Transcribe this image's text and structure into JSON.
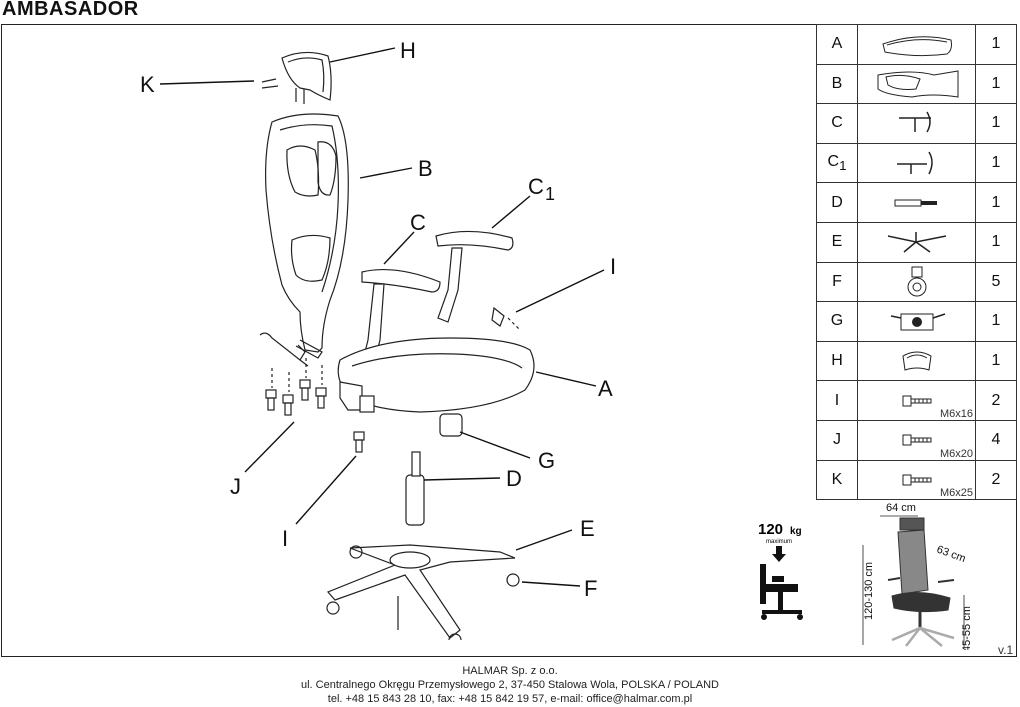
{
  "title": "AMBASADOR",
  "callouts": {
    "K": "K",
    "H": "H",
    "B": "B",
    "C1": "C",
    "C1_sub": "1",
    "C": "C",
    "I_top": "I",
    "A": "A",
    "G": "G",
    "D": "D",
    "J": "J",
    "I_bottom": "I",
    "E": "E",
    "F": "F"
  },
  "parts": [
    {
      "letter": "A",
      "sub": "",
      "qty": "1",
      "icon": "seat-cushion-icon",
      "spec": ""
    },
    {
      "letter": "B",
      "sub": "",
      "qty": "1",
      "icon": "backrest-icon",
      "spec": ""
    },
    {
      "letter": "C",
      "sub": "",
      "qty": "1",
      "icon": "armrest-icon",
      "spec": ""
    },
    {
      "letter": "C",
      "sub": "1",
      "qty": "1",
      "icon": "armrest-right-icon",
      "spec": ""
    },
    {
      "letter": "D",
      "sub": "",
      "qty": "1",
      "icon": "gas-lift-icon",
      "spec": ""
    },
    {
      "letter": "E",
      "sub": "",
      "qty": "1",
      "icon": "star-base-icon",
      "spec": ""
    },
    {
      "letter": "F",
      "sub": "",
      "qty": "5",
      "icon": "caster-wheel-icon",
      "spec": ""
    },
    {
      "letter": "G",
      "sub": "",
      "qty": "1",
      "icon": "tilt-mechanism-icon",
      "spec": ""
    },
    {
      "letter": "H",
      "sub": "",
      "qty": "1",
      "icon": "headrest-icon",
      "spec": ""
    },
    {
      "letter": "I",
      "sub": "",
      "qty": "2",
      "icon": "bolt-icon",
      "spec": "M6x16"
    },
    {
      "letter": "J",
      "sub": "",
      "qty": "4",
      "icon": "bolt-icon",
      "spec": "M6x20"
    },
    {
      "letter": "K",
      "sub": "",
      "qty": "2",
      "icon": "bolt-icon",
      "spec": "M6x25"
    }
  ],
  "load": {
    "value": "120",
    "unit": "kg",
    "label": "maximum"
  },
  "dimensions": {
    "width": "64 cm",
    "depth": "63 cm",
    "height": "120-130 cm",
    "seat": "45-55 cm"
  },
  "version": "v.1",
  "footer": {
    "company": "HALMAR Sp. z o.o.",
    "address": "ul. Centralnego Okręgu Przemysłowego 2, 37-450 Stalowa Wola, POLSKA / POLAND",
    "contact": "tel. +48 15 843 28 10, fax: +48 15 842 19 57, e-mail: office@halmar.com.pl"
  }
}
